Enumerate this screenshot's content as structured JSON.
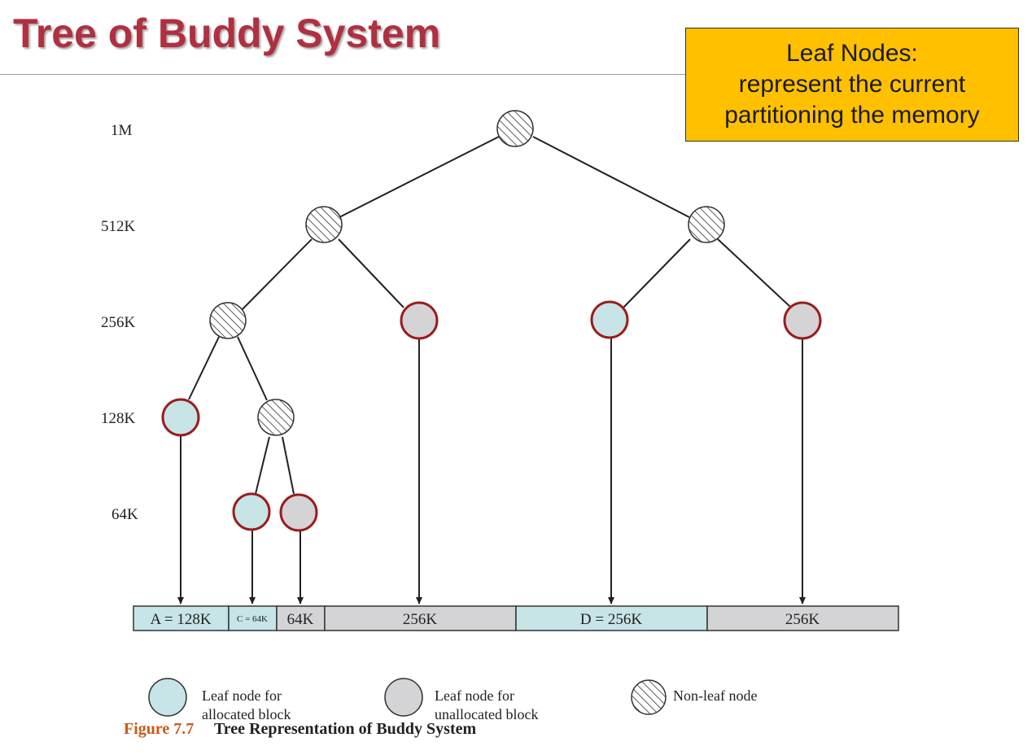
{
  "title": "Tree of Buddy System",
  "callout": {
    "lines": [
      "Leaf Nodes:",
      "represent the current",
      "partitioning the memory"
    ]
  },
  "levels": [
    "1M",
    "512K",
    "256K",
    "128K",
    "64K"
  ],
  "blocks": [
    {
      "label": "A = 128K",
      "state": "allocated"
    },
    {
      "label": "C = 64K",
      "state": "allocated"
    },
    {
      "label": "64K",
      "state": "unallocated"
    },
    {
      "label": "256K",
      "state": "unallocated"
    },
    {
      "label": "D = 256K",
      "state": "allocated"
    },
    {
      "label": "256K",
      "state": "unallocated"
    }
  ],
  "legend": {
    "allocated": [
      "Leaf node for",
      "allocated block"
    ],
    "unallocated": [
      "Leaf node for",
      "unallocated block"
    ],
    "nonleaf": "Non-leaf node"
  },
  "caption": {
    "figure": "Figure 7.7",
    "text": "Tree Representation of Buddy System"
  },
  "colors": {
    "title": "#b03040",
    "callout_bg": "#ffc000",
    "allocated_fill": "#c7e4e6",
    "unallocated_fill": "#d4d4d6",
    "leaf_border": "#9b1c1c"
  }
}
